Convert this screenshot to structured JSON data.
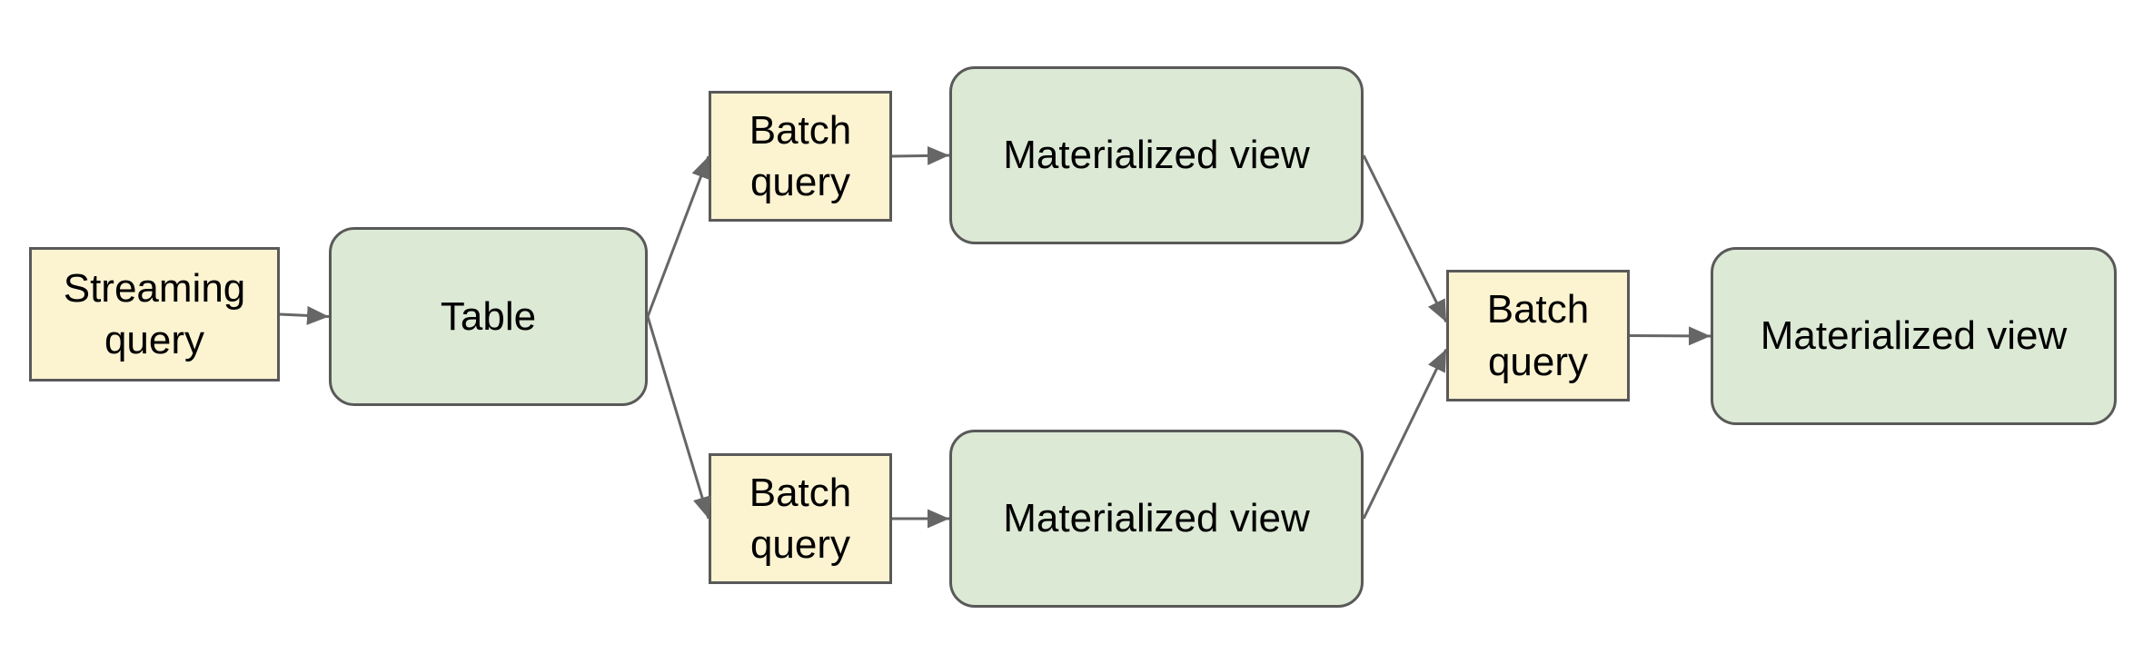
{
  "colors": {
    "canvas-bg": "#ffffff",
    "query-fill": "#fcf3d1",
    "store-fill": "#dce9d5",
    "node-border": "#595959",
    "edge-color": "#666666",
    "text-color": "#000000"
  },
  "diagram": {
    "nodes": [
      {
        "id": "streaming-query",
        "label": "Streaming query",
        "kind": "query"
      },
      {
        "id": "table",
        "label": "Table",
        "kind": "store"
      },
      {
        "id": "batch-query-top",
        "label": "Batch query",
        "kind": "query"
      },
      {
        "id": "materialized-view-top",
        "label": "Materialized view",
        "kind": "store"
      },
      {
        "id": "batch-query-bottom",
        "label": "Batch query",
        "kind": "query"
      },
      {
        "id": "materialized-view-bottom",
        "label": "Materialized view",
        "kind": "store"
      },
      {
        "id": "batch-query-right",
        "label": "Batch query",
        "kind": "query"
      },
      {
        "id": "materialized-view-right",
        "label": "Materialized view",
        "kind": "store"
      }
    ],
    "edges": [
      {
        "from": "streaming-query",
        "to": "table"
      },
      {
        "from": "table",
        "to": "batch-query-top"
      },
      {
        "from": "table",
        "to": "batch-query-bottom"
      },
      {
        "from": "batch-query-top",
        "to": "materialized-view-top"
      },
      {
        "from": "batch-query-bottom",
        "to": "materialized-view-bottom"
      },
      {
        "from": "materialized-view-top",
        "to": "batch-query-right"
      },
      {
        "from": "materialized-view-bottom",
        "to": "batch-query-right"
      },
      {
        "from": "batch-query-right",
        "to": "materialized-view-right"
      }
    ]
  }
}
